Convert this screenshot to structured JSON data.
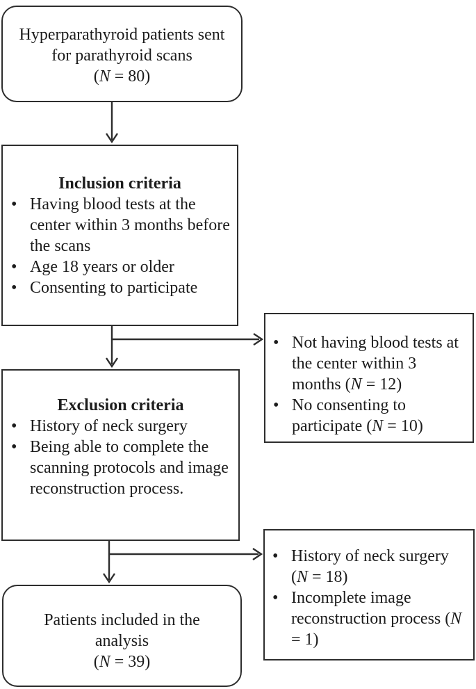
{
  "glyphs": {
    "bullet": "•"
  },
  "colors": {
    "line": "#2d2d2d",
    "text": "#1c1c1c",
    "background": "#ffffff"
  },
  "diagram": {
    "start_box": {
      "lines": [
        "Hyperparathyroid patients sent",
        "for parathyroid scans",
        "(N = 80)"
      ]
    },
    "inclusion_box": {
      "title": "Inclusion criteria",
      "bullets": [
        "Having blood tests at the center within 3 months before the scans",
        "Age 18 years or older",
        "Consenting to participate"
      ]
    },
    "side_box_1": {
      "bullets": [
        "Not having blood tests at the center within 3 months (N = 12)",
        "No consenting to participate (N = 10)"
      ]
    },
    "exclusion_box": {
      "title": "Exclusion criteria",
      "bullets": [
        "History of neck surgery",
        "Being able to complete the scanning protocols and image reconstruction process."
      ]
    },
    "side_box_2": {
      "bullets": [
        "History of neck surgery (N = 18)",
        "Incomplete image reconstruction process (N = 1)"
      ]
    },
    "final_box": {
      "lines": [
        "Patients included in the",
        "analysis",
        "(N = 39)"
      ]
    }
  }
}
